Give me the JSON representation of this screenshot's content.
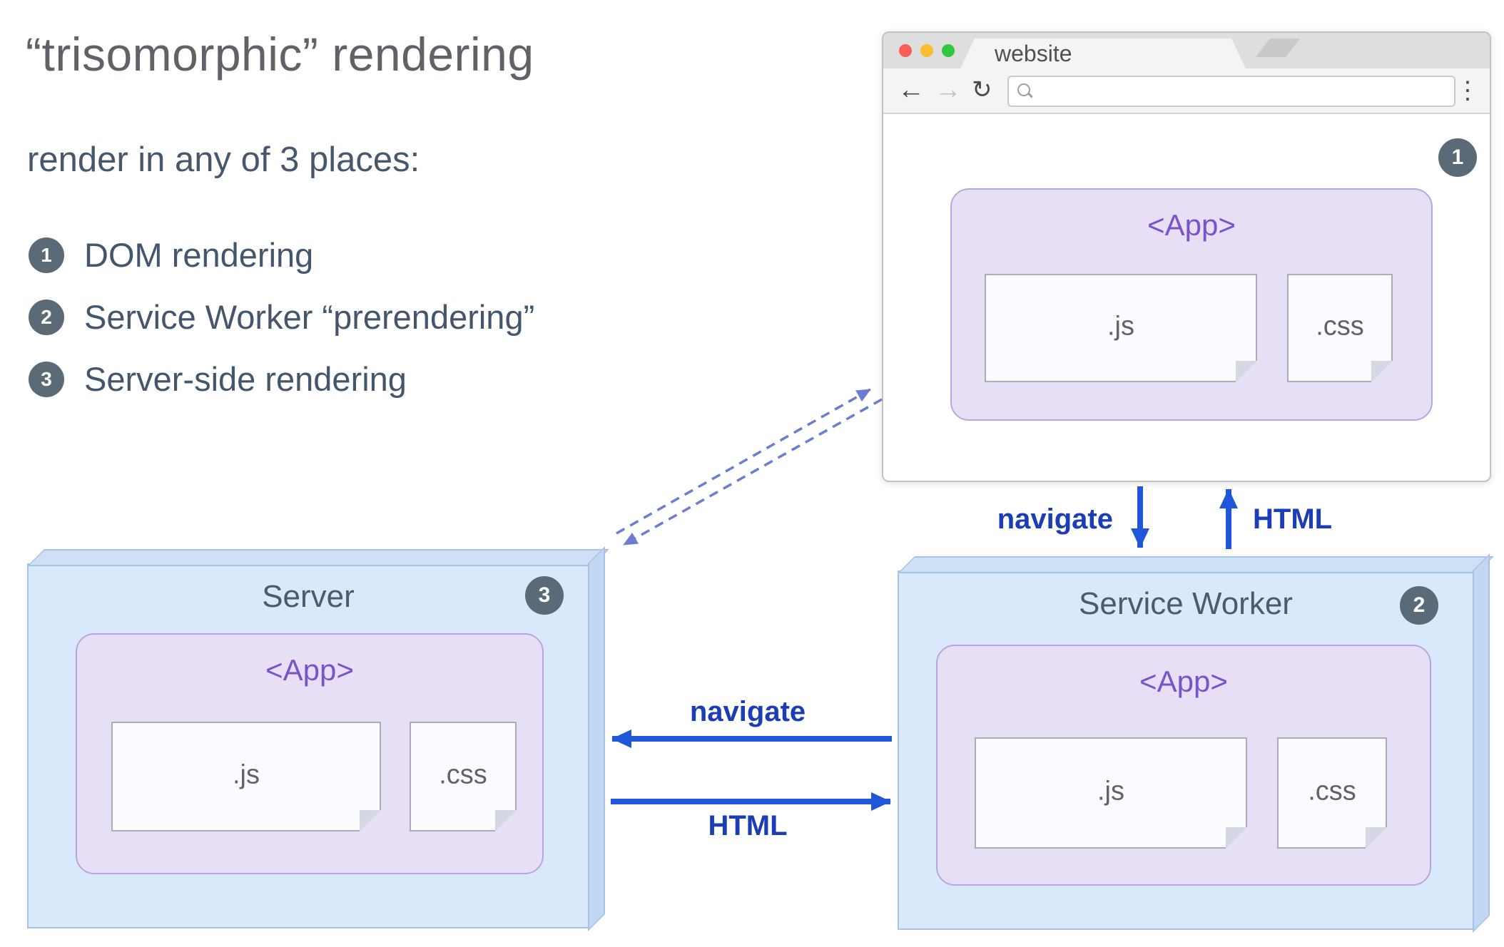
{
  "title": "“trisomorphic” rendering",
  "subtitle": "render in any of 3 places:",
  "legend": [
    {
      "num": "1",
      "label": "DOM rendering"
    },
    {
      "num": "2",
      "label": "Service Worker “prerendering”"
    },
    {
      "num": "3",
      "label": "Server-side rendering"
    }
  ],
  "browser": {
    "tab_title": "website",
    "badge": "1",
    "app_label": "<App>",
    "js_label": ".js",
    "css_label": ".css",
    "icons": {
      "back": "←",
      "forward": "→",
      "reload": "↻",
      "menu": "⋮"
    }
  },
  "server": {
    "title": "Server",
    "badge": "3",
    "app_label": "<App>",
    "js_label": ".js",
    "css_label": ".css"
  },
  "service_worker": {
    "title": "Service Worker",
    "badge": "2",
    "app_label": "<App>",
    "js_label": ".js",
    "css_label": ".css"
  },
  "arrows": {
    "navigate_vertical": "navigate",
    "html_vertical": "HTML",
    "navigate_horizontal": "navigate",
    "html_horizontal": "HTML"
  },
  "colors": {
    "arrow_blue": "#2056d8",
    "dashed_blue": "#6c7cd0",
    "badge_bg": "#5b6a77",
    "app_purple_text": "#7a52c9",
    "app_purple_bg": "#e6dff5",
    "box_blue_bg": "#d9e8fb",
    "heading_gray": "#5f6368",
    "body_slate": "#44566c"
  }
}
